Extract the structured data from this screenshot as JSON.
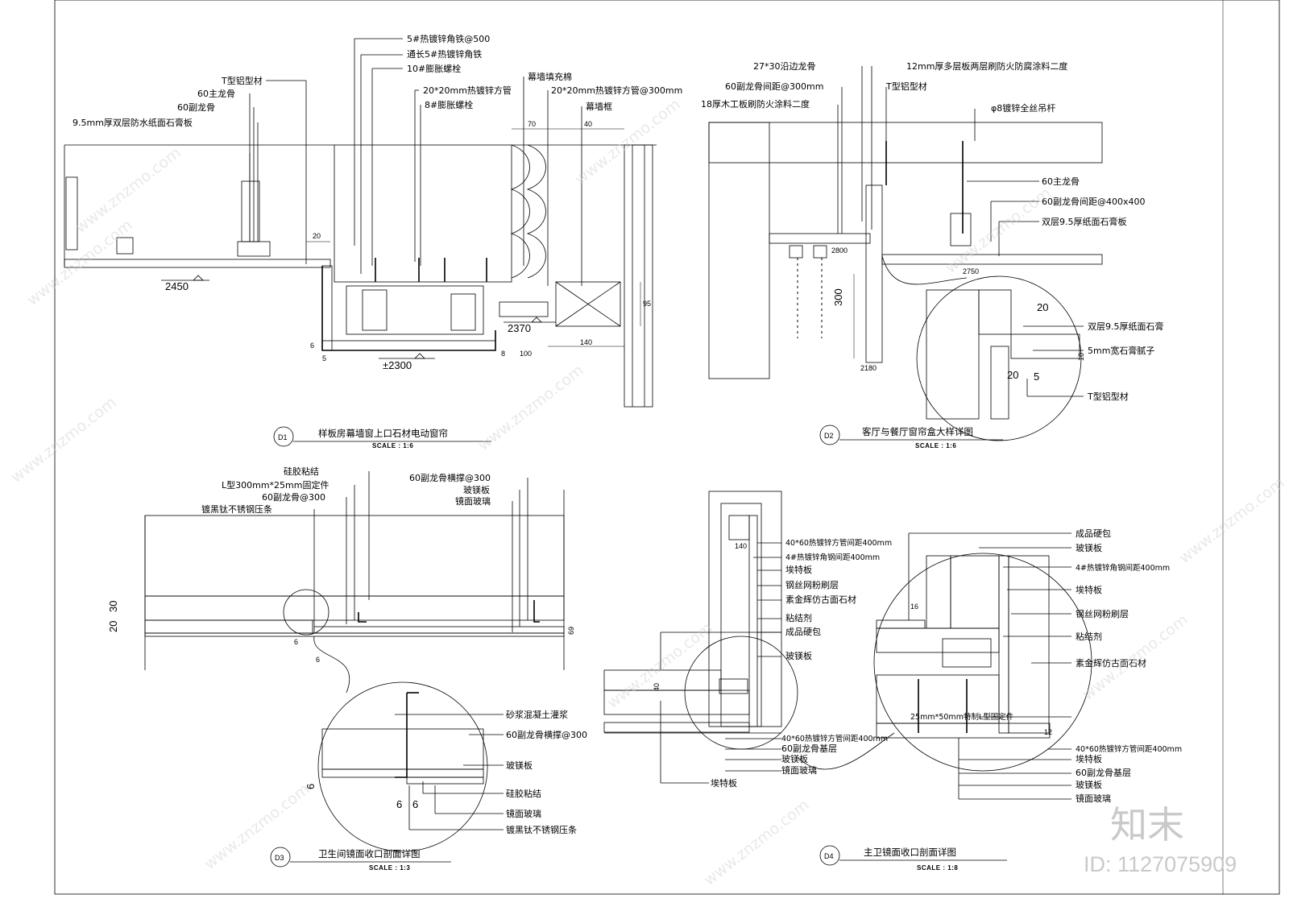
{
  "d1": {
    "tag": "D1",
    "title": "样板房幕墙窗上口石材电动窗帘",
    "scale": "SCALE : 1:6",
    "labels": {
      "angle500": "5#热镀锌角铁@500",
      "angle_long": "通长5#热镀锌角铁",
      "bolt10": "10#膨胀螺栓",
      "curtain_cotton": "幕墙填充棉",
      "tube20": "20*20mm热镀锌方管",
      "tube20_300": "20*20mm热镀锌方管@300mm",
      "bolt8": "8#膨胀螺栓",
      "curtain_frame": "幕墙框",
      "t_profile": "T型铝型材",
      "main_keel": "60主龙骨",
      "sub_keel": "60副龙骨",
      "gypsum": "9.5mm厚双层防水纸面石膏板"
    },
    "dims": {
      "elev_2450": "2450",
      "elev_2370": "2370",
      "elev_2300": "±2300",
      "d70": "70",
      "d40": "40",
      "d20": "20",
      "d95": "95",
      "d140": "140",
      "d100": "100",
      "d8": "8",
      "d6": "6",
      "d5": "5"
    }
  },
  "d2": {
    "tag": "D2",
    "title": "客厅与餐厅窗帘盒大样详图",
    "scale": "SCALE : 1:6",
    "labels": {
      "edge_keel": "27*30沿边龙骨",
      "plywood": "12mm厚多层板两层刷防火防腐涂料二度",
      "sub_keel_300": "60副龙骨间距@300mm",
      "t_profile_top": "T型铝型材",
      "wood_board": "18厚木工板刷防火涂料二度",
      "rod": "φ8镀锌全丝吊杆",
      "main_keel": "60主龙骨",
      "sub_keel_400": "60副龙骨间距@400x400",
      "gypsum_double": "双层9.5厚纸面石膏板",
      "gypsum_detail": "双层9.5厚纸面石膏",
      "putty": "5mm宽石膏腻子",
      "t_profile_detail": "T型铝型材"
    },
    "dims": {
      "d300": "300",
      "elev_2800": "2800",
      "elev_2750": "2750",
      "elev_2180": "2180",
      "d20a": "20",
      "d20b": "20",
      "d10": "10",
      "d5": "5"
    }
  },
  "d3": {
    "tag": "D3",
    "title": "卫生间镜面收口剖面详图",
    "scale": "SCALE : 1:3",
    "labels": {
      "silicone": "硅胶粘结",
      "l_fixing": "L型300mm*25mm固定件",
      "sub_keel_300": "60副龙骨@300",
      "steel_strip": "镀黑钛不锈钢压条",
      "sub_keel_cross": "60副龙骨横撑@300",
      "mgo_board": "玻镁板",
      "mirror": "镜面玻璃",
      "mortar": "砂浆混凝土灌浆",
      "sub_keel_cross_detail": "60副龙骨横撑@300",
      "mgo_board_detail": "玻镁板",
      "silicone_detail": "硅胶粘结",
      "mirror_detail": "镜面玻璃",
      "steel_strip_detail": "镀黑钛不锈钢压条"
    },
    "dims": {
      "d30": "30",
      "d20": "20",
      "d6a": "6",
      "d9": "69",
      "d6b": "6",
      "d6c": "6",
      "d6d": "6",
      "d6e": "6"
    }
  },
  "d4": {
    "tag": "D4",
    "title": "主卫镜面收口剖面详图",
    "scale": "SCALE : 1:8",
    "labels": {
      "tube40": "40*60热镀锌方管间距400mm",
      "angle4": "4#热镀锌角钢间距400mm",
      "eter": "埃特板",
      "mesh": "钢丝网粉刷层",
      "stone": "素金辉仿古面石材",
      "adhesive": "粘结剂",
      "finished_cover": "成品硬包",
      "mgo_board": "玻镁板",
      "tube40_bottom": "40*60热镀锌方管间距400mm",
      "sub_keel_base": "60副龙骨基层",
      "mgo_board_b": "玻镁板",
      "mirror": "镜面玻璃",
      "eter_b": "埃特板",
      "r_finished_cover": "成品硬包",
      "r_mgo": "玻镁板",
      "r_angle4": "4#热镀锌角钢间距400mm",
      "r_eter": "埃特板",
      "r_mesh": "钢丝网粉刷层",
      "r_adhesive": "粘结剂",
      "r_stone": "素金辉仿古面石材",
      "r_l_fix": "25mm*50mm特制L型固定件",
      "r_tube40": "40*60热镀锌方管间距400mm",
      "r_eter_b": "埃特板",
      "r_sub_keel": "60副龙骨基层",
      "r_mgo_b": "玻镁板",
      "r_mirror": "镜面玻璃"
    },
    "dims": {
      "d140": "140",
      "d40": "40",
      "d16": "16",
      "d12": "12"
    }
  },
  "watermark": {
    "site": "www.znzmo.com",
    "brand": "知末",
    "id": "ID: 1127075909"
  }
}
